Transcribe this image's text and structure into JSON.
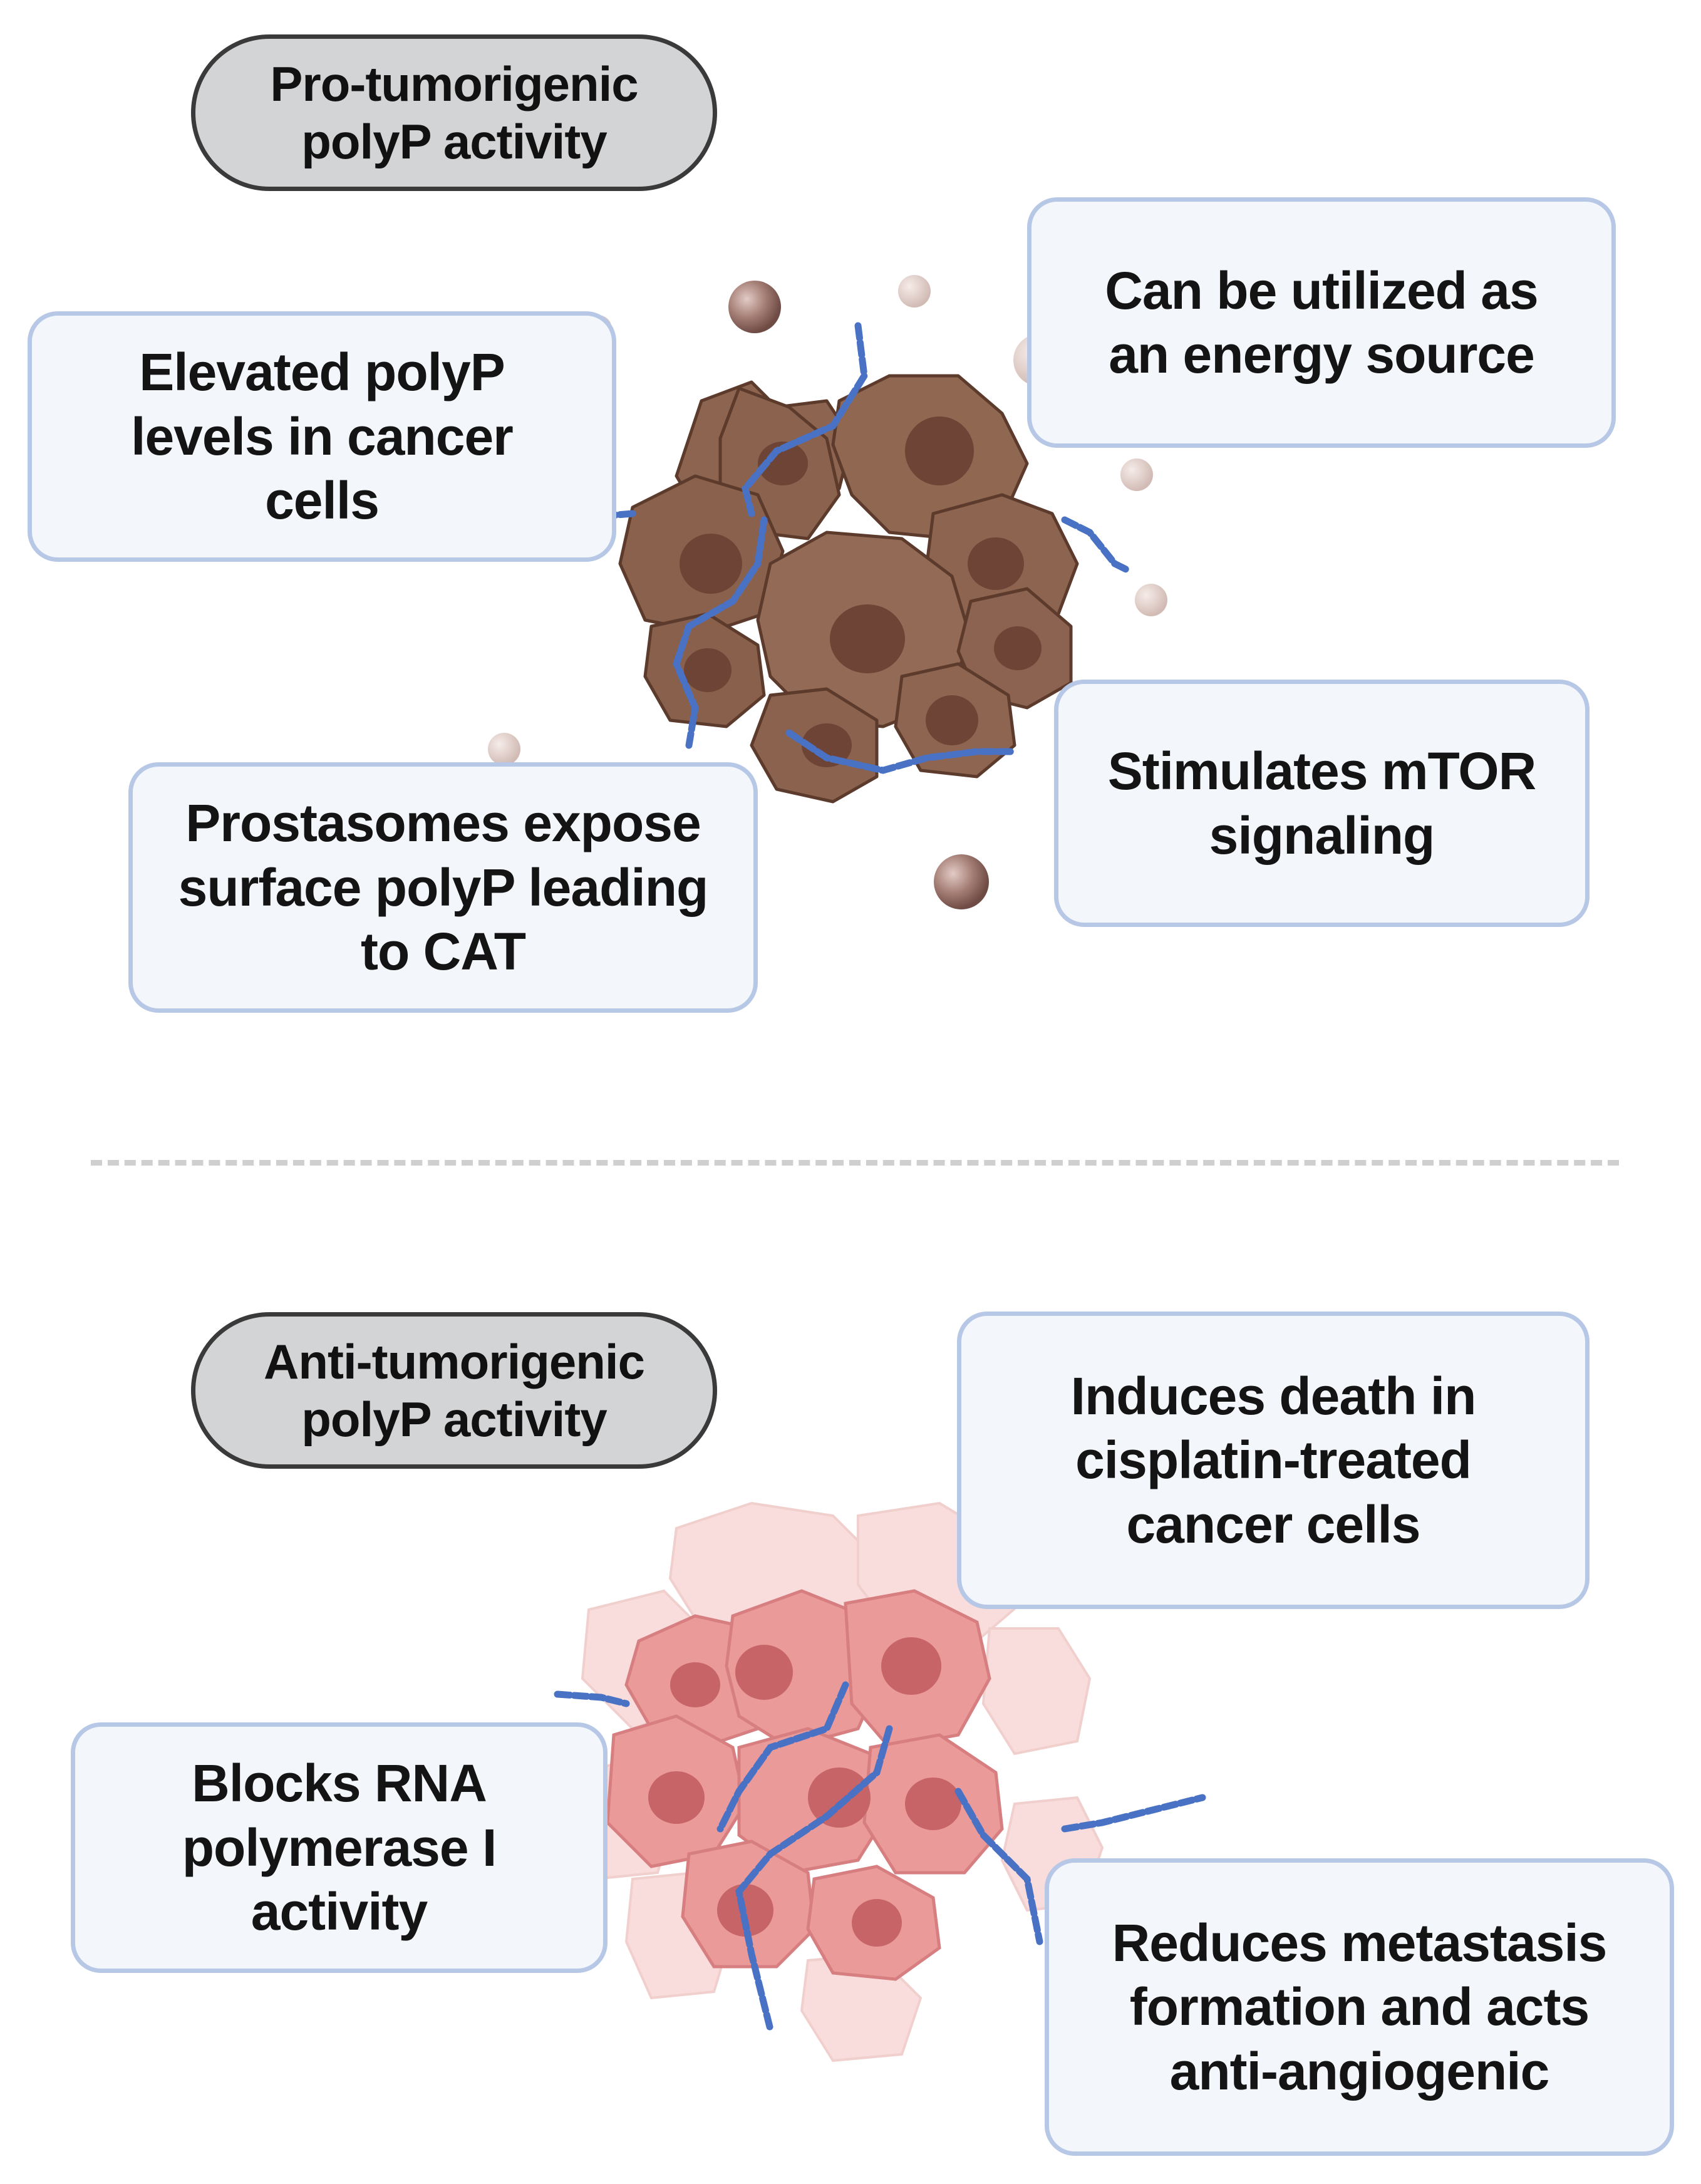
{
  "pro_section": {
    "title": "Pro-tumorigenic\npolyP activity",
    "boxes": {
      "elevated": "Elevated polyP\nlevels in cancer\ncells",
      "energy": "Can be utilized as\nan energy source",
      "prostasomes": "Prostasomes expose\nsurface polyP leading\nto CAT",
      "mtor": "Stimulates mTOR\nsignaling"
    }
  },
  "anti_section": {
    "title": "Anti-tumorigenic\npolyP activity",
    "boxes": {
      "cisplatin": "Induces death in\ncisplatin-treated\ncancer cells",
      "rna_pol": "Blocks RNA\npolymerase I\nactivity",
      "metastasis": "Reduces metastasis\nformation and acts\nanti-angiogenic"
    }
  },
  "colors": {
    "tumor_brown": "#8c6450",
    "tumor_nucleus": "#6e4436",
    "tumor_pink": "#eb9a9a",
    "tumor_nucleus_pink": "#c76468",
    "polyp_chain": "#4a72c4",
    "vesicle": "#a47e75",
    "box_border": "#b7c7e6",
    "pill_fill": "#d3d4d5"
  }
}
